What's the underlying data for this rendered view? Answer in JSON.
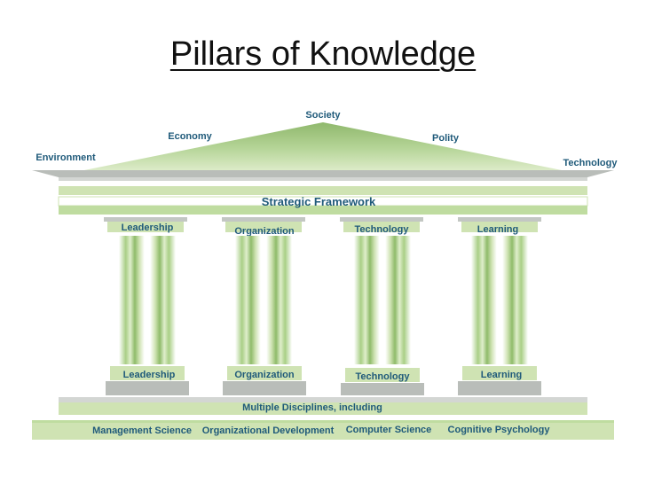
{
  "title": "Pillars of Knowledge",
  "roof": {
    "labels": {
      "society": "Society",
      "economy": "Economy",
      "polity": "Polity",
      "environment": "Environment",
      "technology": "Technology"
    }
  },
  "framework": "Strategic Framework",
  "pillars": [
    {
      "top": "Leadership",
      "bottom": "Leadership"
    },
    {
      "top": "Organization",
      "bottom": "Organization"
    },
    {
      "top": "Technology",
      "bottom": "Technology"
    },
    {
      "top": "Learning",
      "bottom": "Learning"
    }
  ],
  "base": {
    "label": "Multiple Disciplines, including",
    "disciplines": [
      "Management Science",
      "Organizational Development",
      "Computer Science",
      "Cognitive Psychology"
    ]
  },
  "colors": {
    "green_light": "#cfe3b3",
    "green_mid": "#a9cf86",
    "green_dark": "#8fbb6a",
    "gray": "#b9bdb9",
    "label_blue": "#1f5a7a"
  }
}
